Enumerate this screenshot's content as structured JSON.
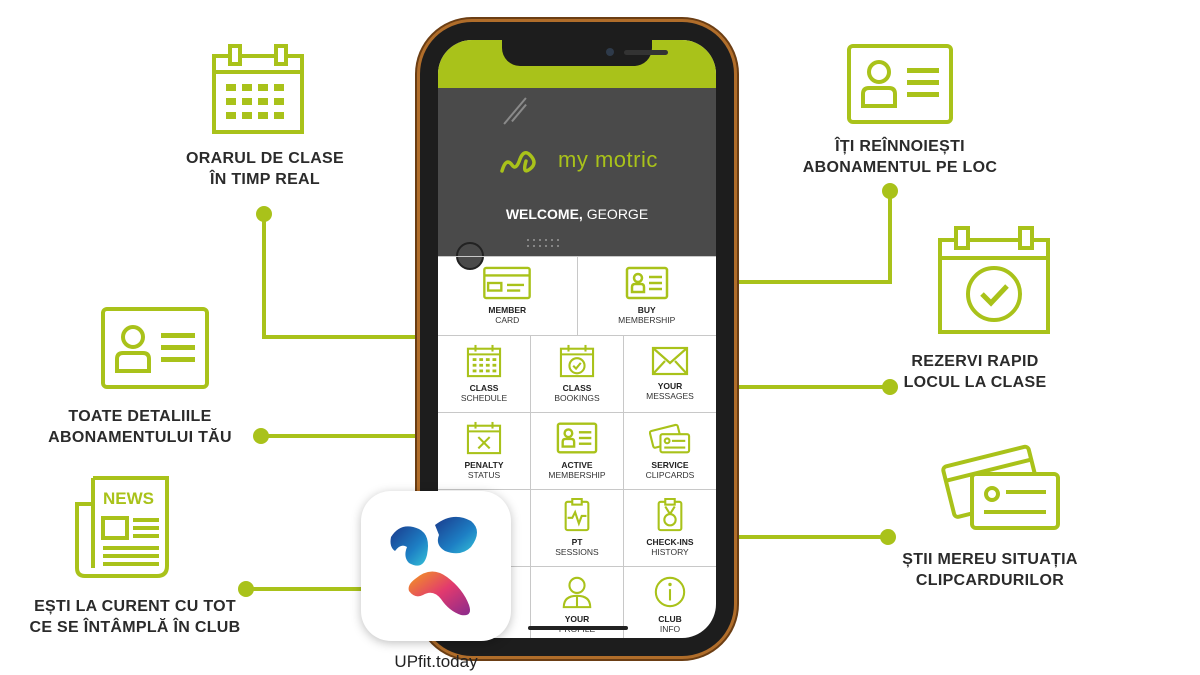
{
  "colors": {
    "accent": "#a9c21a",
    "dark": "#4a4a4a",
    "text": "#2b2b2b"
  },
  "callouts": {
    "orar": [
      "ORARUL DE CLASE",
      "ÎN TIMP REAL"
    ],
    "detalii": [
      "TOATE DETALIILE",
      "ABONAMENTULUI TĂU"
    ],
    "news": [
      "EȘTI LA CURENT CU TOT",
      "CE SE ÎNTÂMPLĂ ÎN CLUB"
    ],
    "reinnoire": [
      "ÎȚI REÎNNOIEȘTI",
      "ABONAMENTUL PE LOC"
    ],
    "rezervi": [
      "REZERVI RAPID",
      "LOCUL LA CLASE"
    ],
    "clipcard": [
      "ȘTII MEREU SITUAȚIA",
      "CLIPCARDURILOR"
    ]
  },
  "news_icon_text": "NEWS",
  "app": {
    "brand": "my motric",
    "welcome_bold": "WELCOME,",
    "welcome_name": "GEORGE",
    "tiles": [
      {
        "l1": "MEMBER",
        "l2": "CARD",
        "icon": "member-card-icon"
      },
      {
        "l1": "BUY",
        "l2": "MEMBERSHIP",
        "icon": "id-card-icon"
      },
      {
        "l1": "CLASS",
        "l2": "SCHEDULE",
        "icon": "calendar-icon"
      },
      {
        "l1": "CLASS",
        "l2": "BOOKINGS",
        "icon": "calendar-check-icon"
      },
      {
        "l1": "YOUR",
        "l2": "MESSAGES",
        "icon": "envelope-icon"
      },
      {
        "l1": "PENALTY",
        "l2": "STATUS",
        "icon": "calendar-x-icon"
      },
      {
        "l1": "ACTIVE",
        "l2": "MEMBERSHIP",
        "icon": "id-card-icon"
      },
      {
        "l1": "SERVICE",
        "l2": "CLIPCARDS",
        "icon": "clipcards-icon"
      },
      {
        "l1": "PT",
        "l2": "SESSIONS",
        "icon": "heartbeat-clipboard-icon"
      },
      {
        "l1": "CHECK-INS",
        "l2": "HISTORY",
        "icon": "medal-clipboard-icon"
      },
      {
        "l1": "YOUR",
        "l2": "PROFILE",
        "icon": "profile-icon"
      },
      {
        "l1": "CLUB",
        "l2": "INFO",
        "icon": "info-icon"
      }
    ]
  },
  "app_icon_label": "UPfit.today"
}
